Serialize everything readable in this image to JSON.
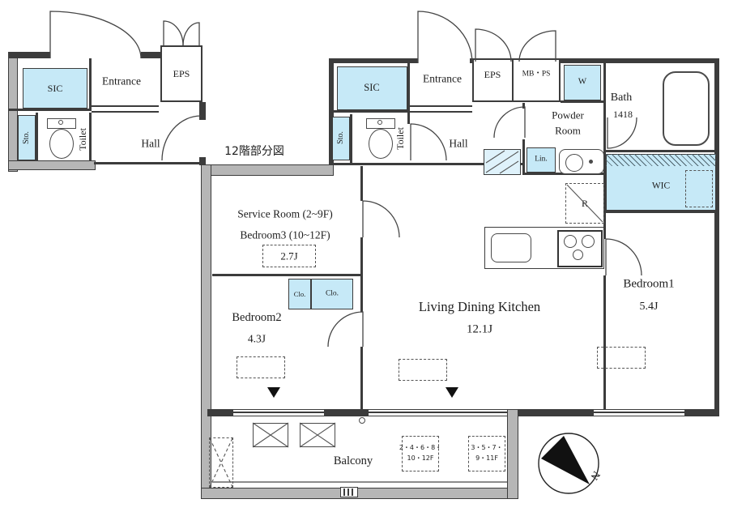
{
  "inset": {
    "caption": "12階部分図",
    "sic": "SIC",
    "entrance": "Entrance",
    "eps": "EPS",
    "sto": "Sto.",
    "toilet": "Toilet",
    "hall": "Hall"
  },
  "main": {
    "sic": "SIC",
    "entrance": "Entrance",
    "eps": "EPS",
    "mb_ps": "MB・PS",
    "washer": "W",
    "bath": "Bath",
    "bath_size": "1418",
    "powder_line1": "Powder",
    "powder_line2": "Room",
    "sto": "Sto.",
    "toilet": "Toilet",
    "hall": "Hall",
    "linen": "Lin.",
    "wic": "WIC",
    "fridge": "R",
    "service_line1": "Service Room (2~9F)",
    "service_line2": "Bedroom3 (10~12F)",
    "service_size": "2.7J",
    "bedroom2": "Bedroom2",
    "bedroom2_size": "4.3J",
    "closet1": "Clo.",
    "closet2": "Clo.",
    "ldk": "Living Dining Kitchen",
    "ldk_size": "12.1J",
    "bedroom1": "Bedroom1",
    "bedroom1_size": "5.4J"
  },
  "balcony": {
    "label": "Balcony",
    "floors_a_line1": "2・4・6・8・",
    "floors_a_line2": "10・12F",
    "floors_b_line1": "3・5・7・",
    "floors_b_line2": "9・11F"
  },
  "compass": {
    "north": "N"
  },
  "colors": {
    "highlight": "#c6e9f7",
    "wall": "#3c3c3c",
    "gray_wall": "#b6b6b6"
  }
}
